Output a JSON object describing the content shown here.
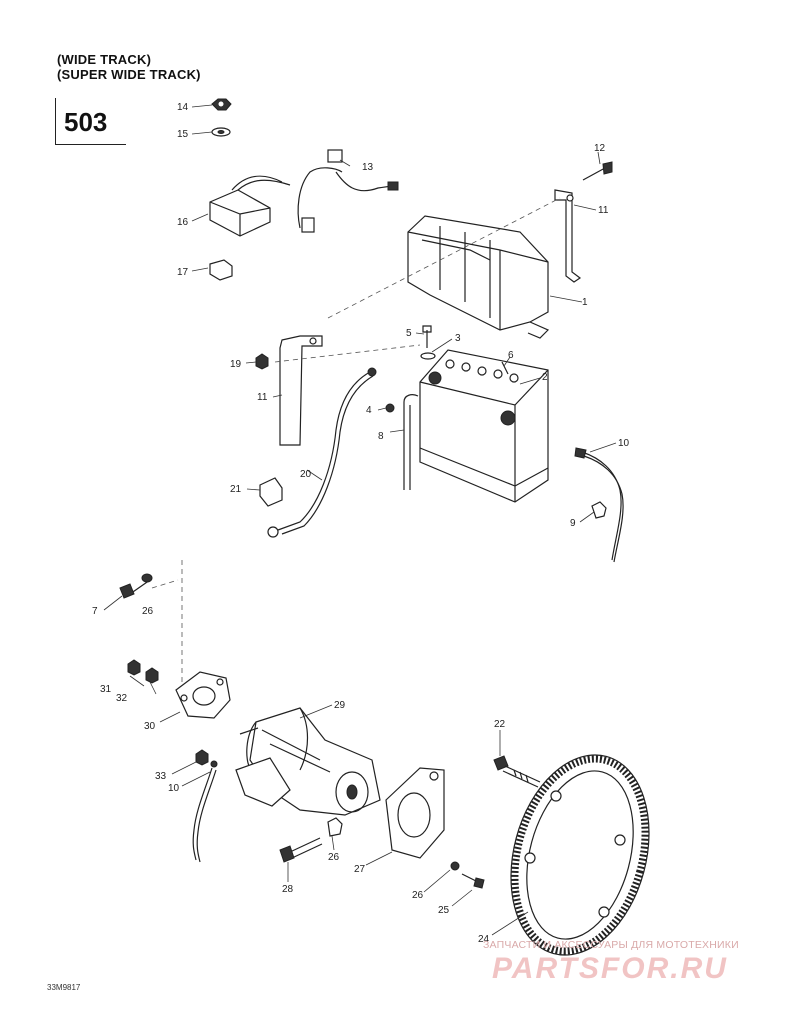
{
  "header": {
    "line1": "(WIDE TRACK)",
    "line2": "(SUPER WIDE TRACK)",
    "page_number": "503"
  },
  "callouts": {
    "c1": "1",
    "c2": "2",
    "c3": "3",
    "c4": "4",
    "c5": "5",
    "c6": "6",
    "c7": "7",
    "c8": "8",
    "c9": "9",
    "c10a": "10",
    "c10b": "10",
    "c11a": "11",
    "c11b": "11",
    "c12": "12",
    "c13": "13",
    "c14": "14",
    "c15": "15",
    "c16": "16",
    "c17": "17",
    "c19": "19",
    "c20": "20",
    "c21": "21",
    "c22": "22",
    "c24": "24",
    "c25": "25",
    "c26a": "26",
    "c26b": "26",
    "c26c": "26",
    "c27": "27",
    "c28": "28",
    "c29": "29",
    "c30": "30",
    "c31": "31",
    "c32": "32",
    "c33": "33"
  },
  "watermark": {
    "subtitle": "ЗАПЧАСТИ И АКСЕССУАРЫ ДЛЯ МОТОТЕХНИКИ",
    "brand": "PARTSFOR.RU"
  },
  "drawing_code": "33M9817"
}
